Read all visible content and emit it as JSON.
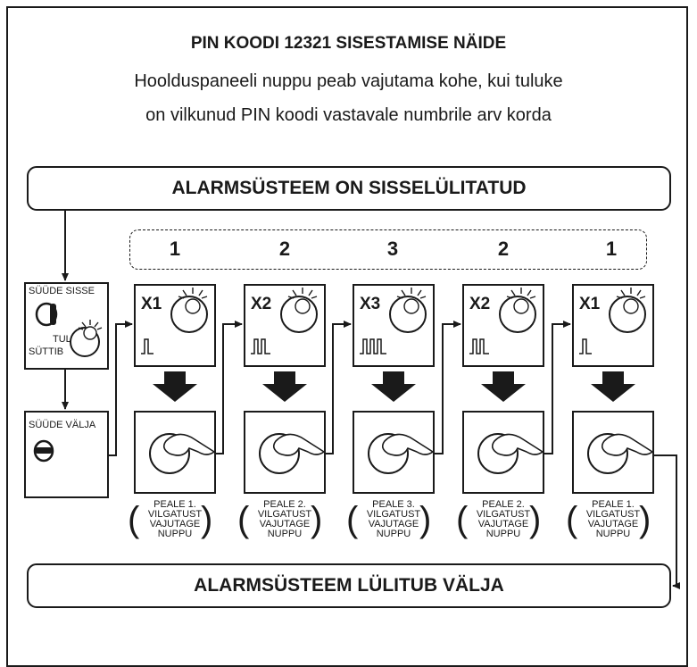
{
  "header": {
    "title": "PIN KOODI 12321 SISESTAMISE NÄIDE",
    "subtitle_line1": "Hoolduspaneeli nuppu peab vajutama kohe, kui tuluke",
    "subtitle_line2": "on vilkunud PIN koodi vastavale numbrile arv korda"
  },
  "top_bar": "ALARMSÜSTEEM ON SISSELÜLITATUD",
  "bottom_bar": "ALARMSÜSTEEM LÜLITUB VÄLJA",
  "left_panel": {
    "ignition_on": "SÜÜDE SISSE",
    "light_line1": "TULI",
    "light_line2": "SÜTTIB",
    "ignition_off": "SÜÜDE VÄLJA"
  },
  "digits": [
    "1",
    "2",
    "3",
    "2",
    "1"
  ],
  "blink_labels": [
    "X1",
    "X2",
    "X3",
    "X2",
    "X1"
  ],
  "pulse_counts": [
    1,
    2,
    3,
    2,
    1
  ],
  "captions": [
    {
      "l1": "PEALE 1.",
      "l2": "VILGATUST",
      "l3": "VAJUTAGE",
      "l4": "NUPPU"
    },
    {
      "l1": "PEALE 2.",
      "l2": "VILGATUST",
      "l3": "VAJUTAGE",
      "l4": "NUPPU"
    },
    {
      "l1": "PEALE 3.",
      "l2": "VILGATUST",
      "l3": "VAJUTAGE",
      "l4": "NUPPU"
    },
    {
      "l1": "PEALE 2.",
      "l2": "VILGATUST",
      "l3": "VAJUTAGE",
      "l4": "NUPPU"
    },
    {
      "l1": "PEALE 1.",
      "l2": "VILGATUST",
      "l3": "VAJUTAGE",
      "l4": "NUPPU"
    }
  ]
}
